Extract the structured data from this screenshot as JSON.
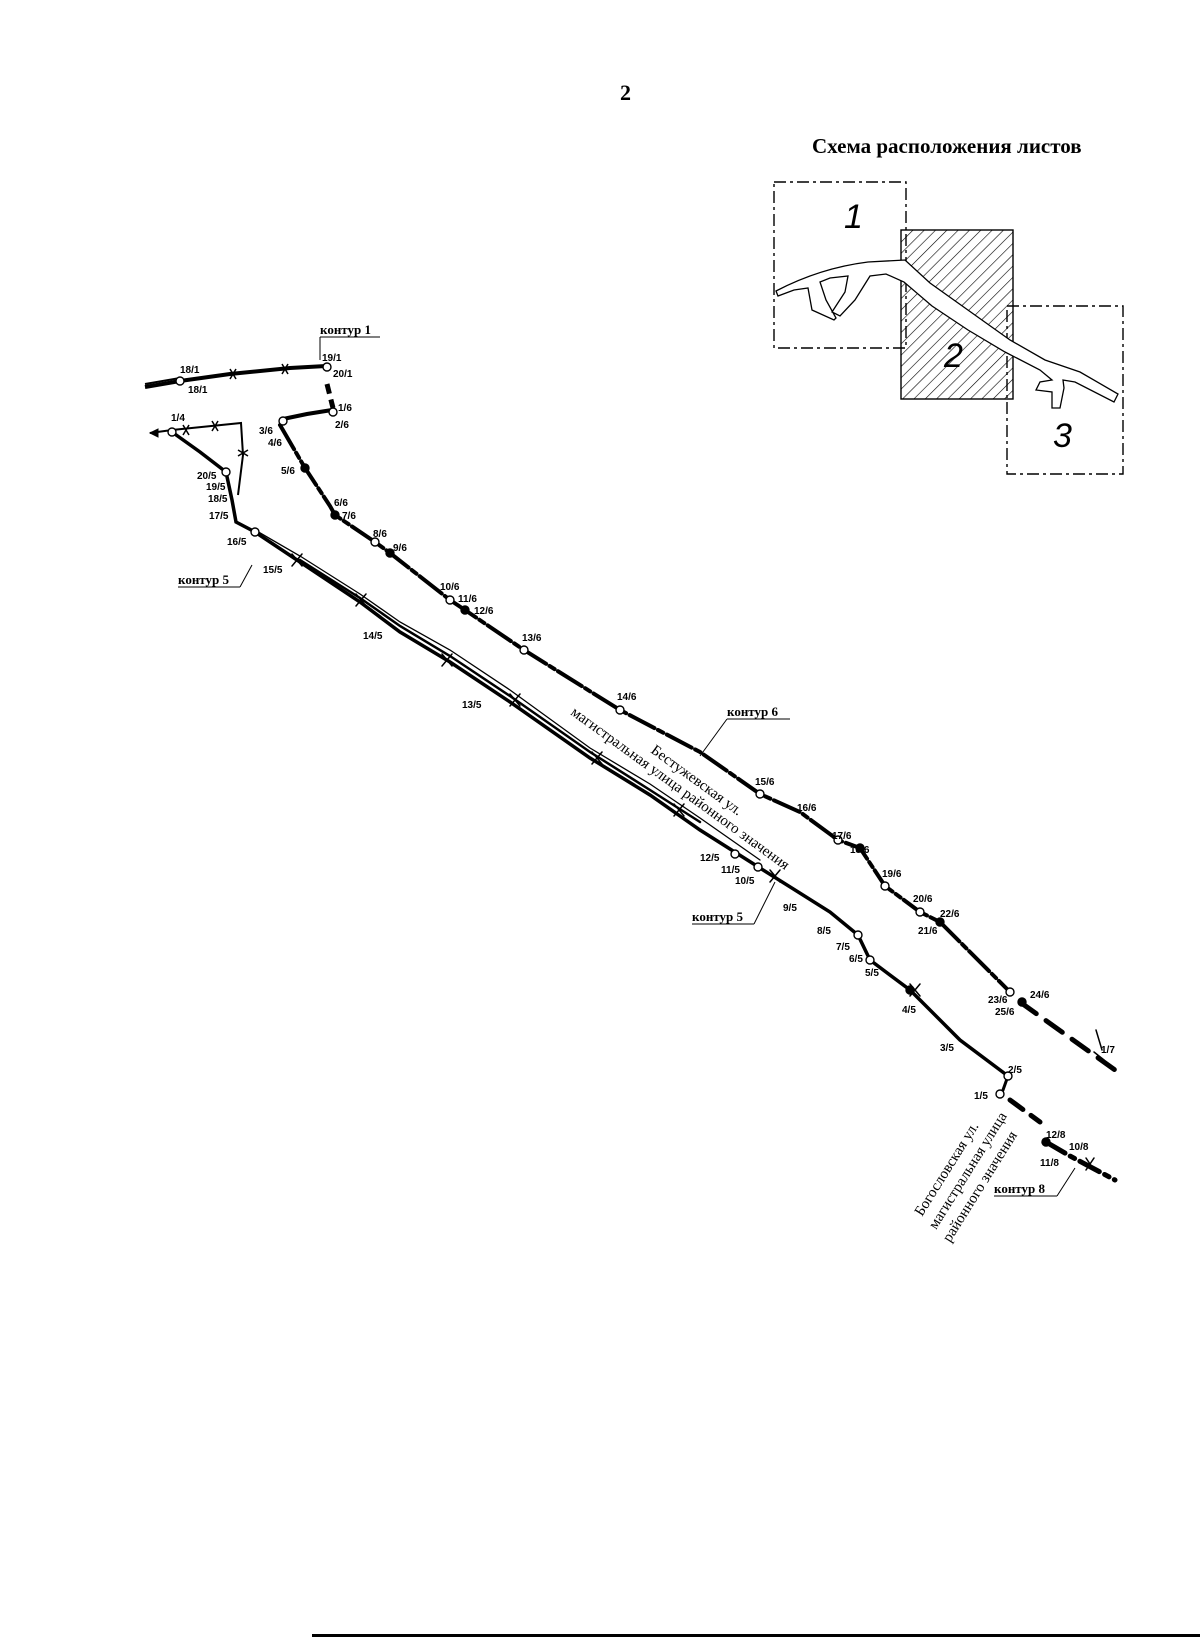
{
  "page": {
    "number": "2"
  },
  "scheme": {
    "title": "Схема расположения листов",
    "sheets": [
      "1",
      "2",
      "3"
    ],
    "current_sheet": "2"
  },
  "contours": {
    "c1": "контур 1",
    "c5a": "контур 5",
    "c5b": "контур 5",
    "c6": "контур 6",
    "c8": "контур 8"
  },
  "streets": {
    "bestuzhevskaya_1": "Бестужевская ул.",
    "bestuzhevskaya_2": "магистральная улица районного значения",
    "bogoslovskaya_1": "Богословская ул.",
    "bogoslovskaya_2": "магистральная улица",
    "bogoslovskaya_3": "районного значения"
  },
  "points": {
    "p18_1a": "18/1",
    "p18_1b": "18/1",
    "p19_1": "19/1",
    "p20_1": "20/1",
    "p1_4": "1/4",
    "p1_6": "1/6",
    "p2_6": "2/6",
    "p3_6": "3/6",
    "p4_6": "4/6",
    "p5_6": "5/6",
    "p6_6": "6/6",
    "p7_6": "7/6",
    "p8_6": "8/6",
    "p9_6": "9/6",
    "p10_6": "10/6",
    "p11_6": "11/6",
    "p12_6": "12/6",
    "p13_6": "13/6",
    "p14_6": "14/6",
    "p15_6": "15/6",
    "p16_6": "16/6",
    "p17_6": "17/6",
    "p18_6": "18/6",
    "p19_6": "19/6",
    "p20_6": "20/6",
    "p21_6": "21/6",
    "p22_6": "22/6",
    "p23_6": "23/6",
    "p24_6": "24/6",
    "p25_6": "25/6",
    "p1_7": "1/7",
    "p1_5": "1/5",
    "p2_5": "2/5",
    "p3_5": "3/5",
    "p4_5": "4/5",
    "p5_5": "5/5",
    "p6_5": "6/5",
    "p7_5": "7/5",
    "p8_5": "8/5",
    "p9_5": "9/5",
    "p10_5": "10/5",
    "p11_5": "11/5",
    "p12_5": "12/5",
    "p13_5": "13/5",
    "p14_5": "14/5",
    "p15_5": "15/5",
    "p16_5": "16/5",
    "p17_5": "17/5",
    "p18_5": "18/5",
    "p19_5": "19/5",
    "p20_5": "20/5",
    "p10_8": "10/8",
    "p11_8": "11/8",
    "p12_8": "12/8"
  }
}
